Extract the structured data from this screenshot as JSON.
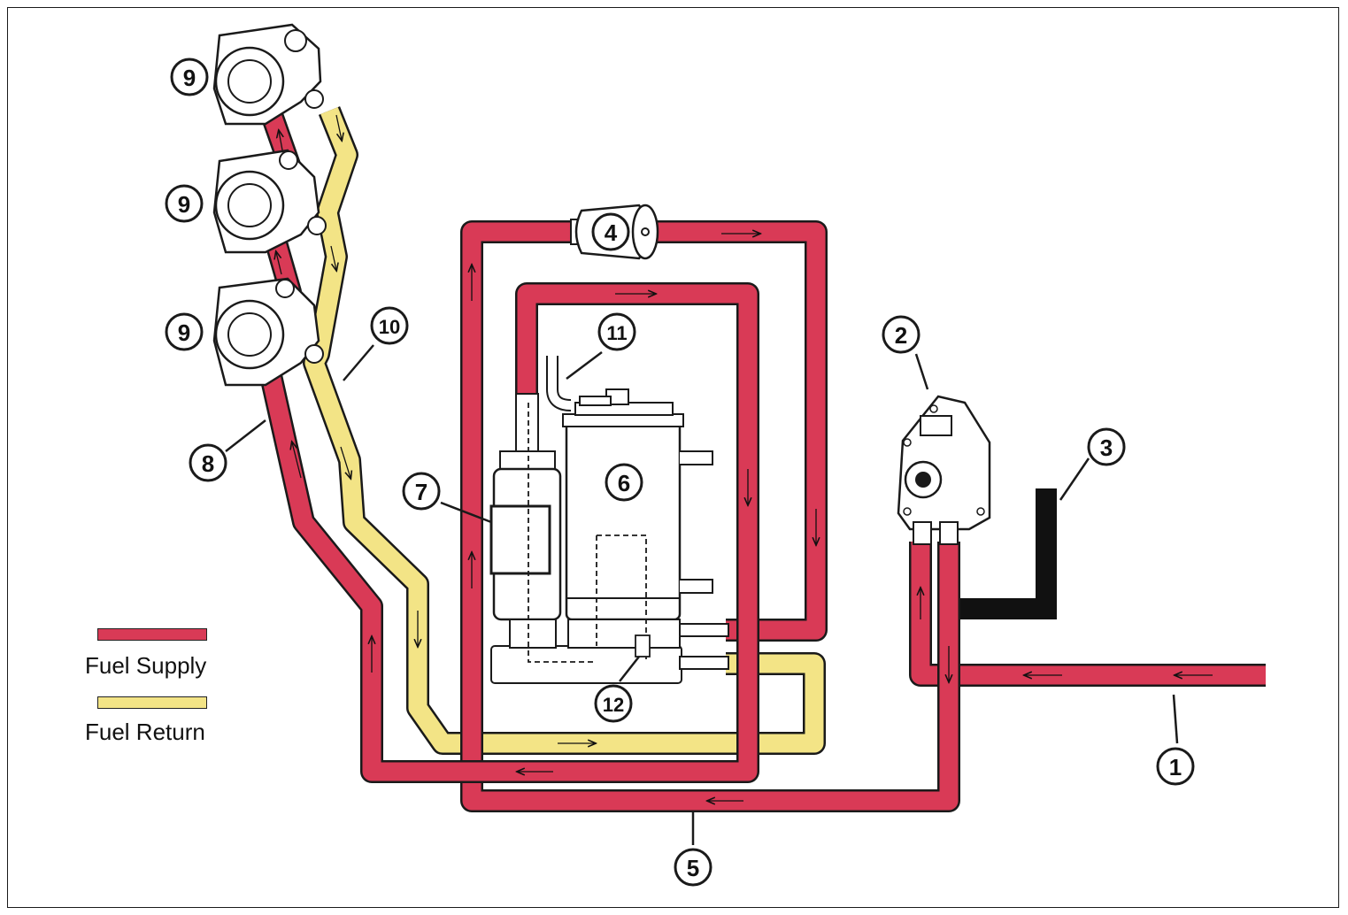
{
  "legend": {
    "supply_label": "Fuel Supply",
    "return_label": "Fuel Return"
  },
  "callouts": [
    "1",
    "2",
    "3",
    "4",
    "5",
    "6",
    "7",
    "8",
    "9",
    "9",
    "9",
    "10",
    "11",
    "12"
  ],
  "colors": {
    "supply": "#d93a56",
    "return": "#f3e486",
    "vent": "#111111",
    "outline": "#1a1a1a"
  }
}
